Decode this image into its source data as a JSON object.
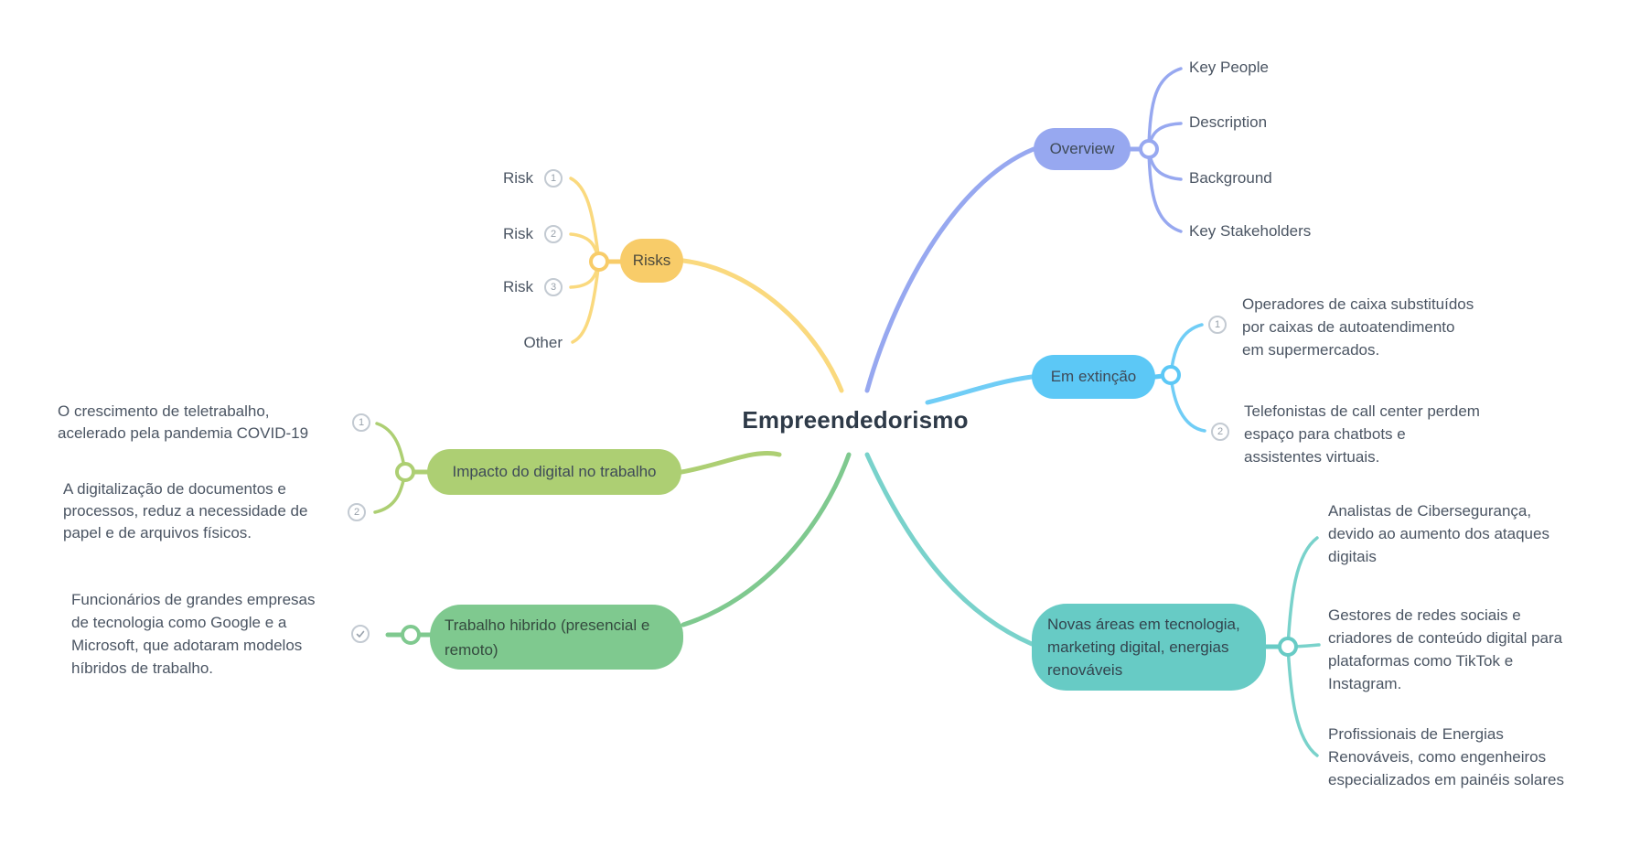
{
  "title": "Empreendedorismo",
  "colors": {
    "overview": "#97A8F0",
    "em_extincao": "#5CC8F6",
    "novas_areas": "#67CBC5",
    "risks": "#F8CC69",
    "impacto": "#ADCF73",
    "trabalho": "#7FC98F",
    "badge_ring": "#C3CAD2",
    "pill_text": "#3E4A58",
    "leaf_text": "#4B5563"
  },
  "branches": {
    "overview": {
      "label": "Overview",
      "children": [
        {
          "text": "Key People"
        },
        {
          "text": "Description"
        },
        {
          "text": "Background"
        },
        {
          "text": "Key Stakeholders"
        }
      ]
    },
    "em_extincao": {
      "label": "Em extinção",
      "children": [
        {
          "badge": "1",
          "text": "Operadores de caixa substituídos\npor caixas de autoatendimento\nem supermercados."
        },
        {
          "badge": "2",
          "text": "Telefonistas de call center perdem\nespaço para chatbots e\nassistentes virtuais."
        }
      ]
    },
    "novas_areas": {
      "label": "Novas áreas em tecnologia,\nmarketing digital, energias\nrenováveis",
      "children": [
        {
          "text": "Analistas de Cibersegurança,\ndevido ao aumento dos ataques\ndigitais"
        },
        {
          "text": "Gestores de redes sociais e\ncriadores de conteúdo digital para\nplataformas como TikTok e\nInstagram."
        },
        {
          "text": "Profissionais de Energias\nRenováveis, como engenheiros\nespecializados em painéis solares"
        }
      ]
    },
    "risks": {
      "label": "Risks",
      "children": [
        {
          "text": "Risk",
          "badge": "1"
        },
        {
          "text": "Risk",
          "badge": "2"
        },
        {
          "text": "Risk",
          "badge": "3"
        },
        {
          "text": "Other"
        }
      ]
    },
    "impacto": {
      "label": "Impacto do digital no trabalho",
      "children": [
        {
          "badge": "1",
          "text": "O crescimento de teletrabalho,\nacelerado pela pandemia COVID-19"
        },
        {
          "badge": "2",
          "text": "A digitalização de documentos e\nprocessos, reduz a necessidade de\npapel e de arquivos físicos."
        }
      ]
    },
    "trabalho": {
      "label": "Trabalho hibrido (presencial e\nremoto)",
      "children": [
        {
          "badge": "check",
          "text": "Funcionários de grandes empresas\nde tecnologia como Google e a\nMicrosoft, que adotaram modelos\nhíbridos de trabalho."
        }
      ]
    }
  }
}
